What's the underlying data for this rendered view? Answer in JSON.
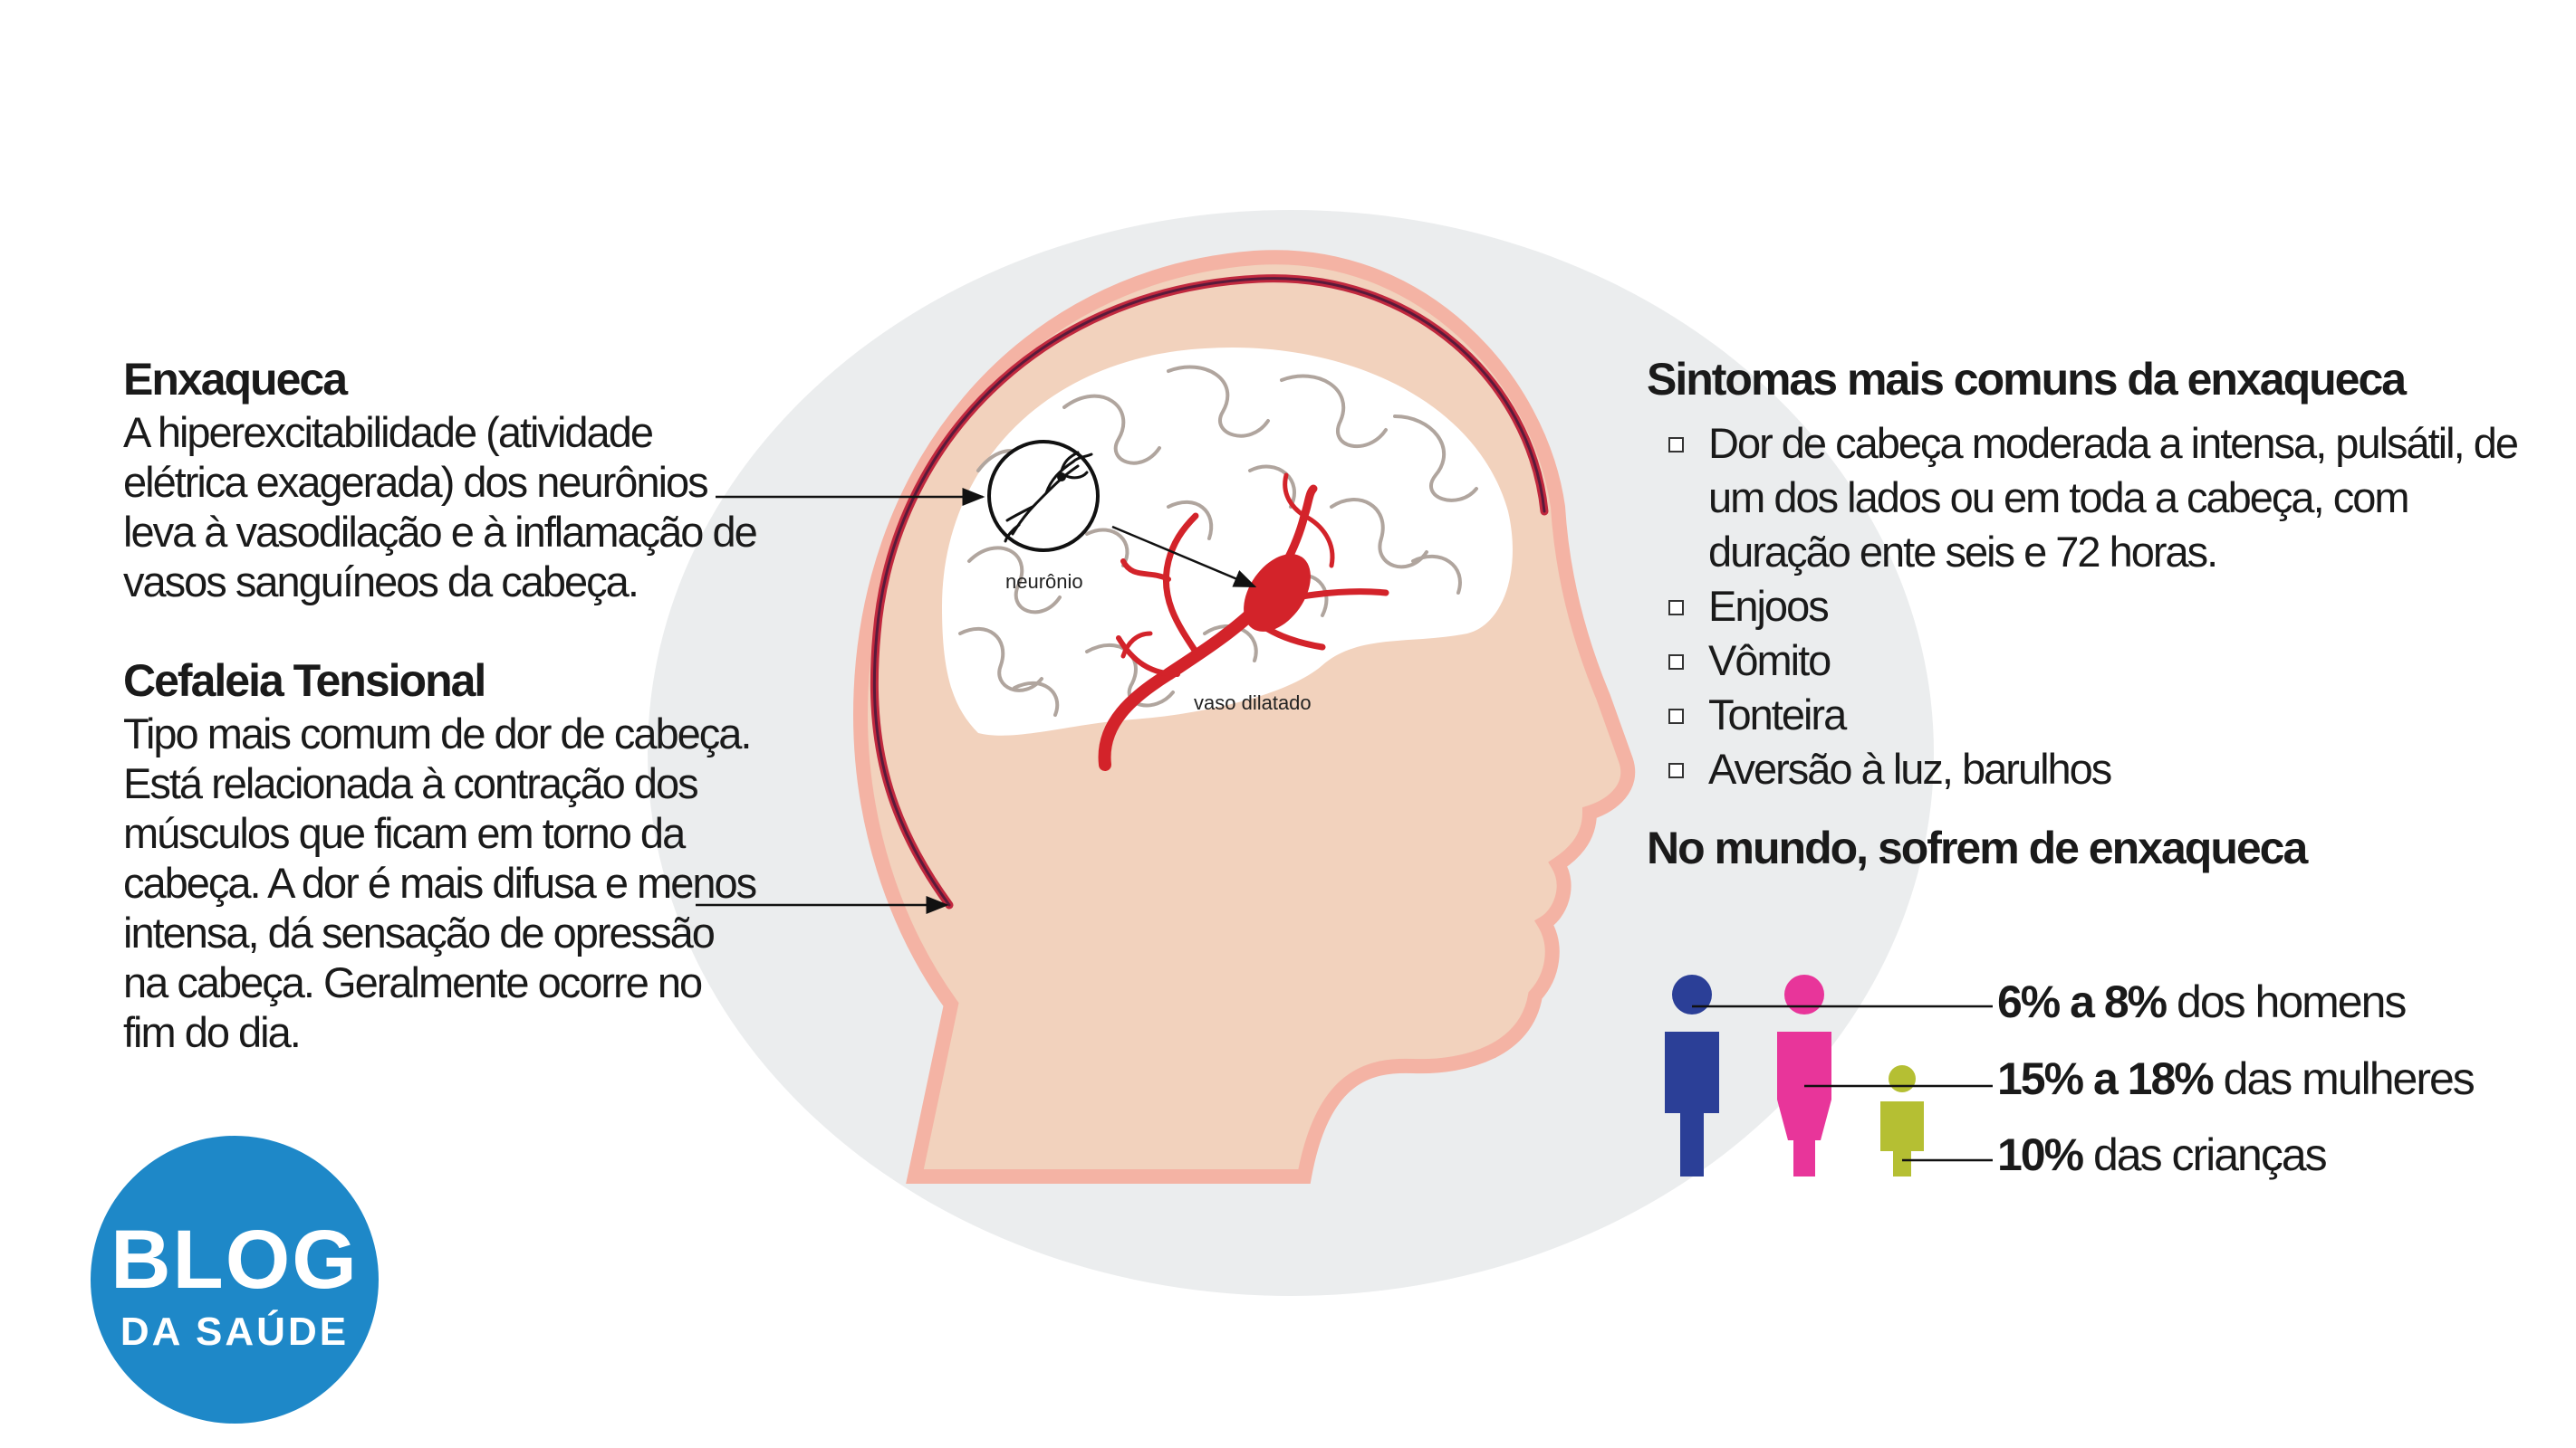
{
  "migraine": {
    "title": "Enxaqueca",
    "description": "A hiperexcitabilidade (atividade elétrica exagerada) dos neurônios leva à vasodilação e à inflamação de vasos sanguíneos da cabeça."
  },
  "tension_headache": {
    "title": "Cefaleia Tensional",
    "description": "Tipo mais comum de dor de cabeça. Está relacionada à contração dos músculos que ficam em torno da cabeça. A dor é mais difusa e menos intensa, dá sensação de opressão na cabeça. Geralmente ocorre no fim do dia."
  },
  "illustration": {
    "neuron_label": "neurônio",
    "vessel_label": "vaso dilatado"
  },
  "symptoms": {
    "title": "Sintomas mais comuns da enxaqueca",
    "items": [
      "Dor de cabeça moderada a intensa, pulsátil, de um dos lados ou em toda a cabeça, com duração ente seis e 72 horas.",
      "Enjoos",
      "Vômito",
      "Tonteira",
      "Aversão à luz, barulhos"
    ]
  },
  "world": {
    "title": "No mundo, sofrem de enxaqueca",
    "stats": [
      {
        "value": "6% a 8%",
        "label": "dos homens",
        "color": "#2b3f97"
      },
      {
        "value": "15% a 18%",
        "label": "das mulheres",
        "color": "#e8359a"
      },
      {
        "value": "10%",
        "label": "das crianças",
        "color": "#b5bf33"
      }
    ]
  },
  "logo": {
    "line1": "BLOG",
    "line2": "DA SAÚDE",
    "color": "#1e88c8"
  },
  "colors": {
    "skin": "#f2d2bd",
    "background_ellipse": "#ebedee",
    "skull_outline": "#c0283e",
    "vessel": "#d3232a",
    "brain_fold": "#b0a59e"
  }
}
